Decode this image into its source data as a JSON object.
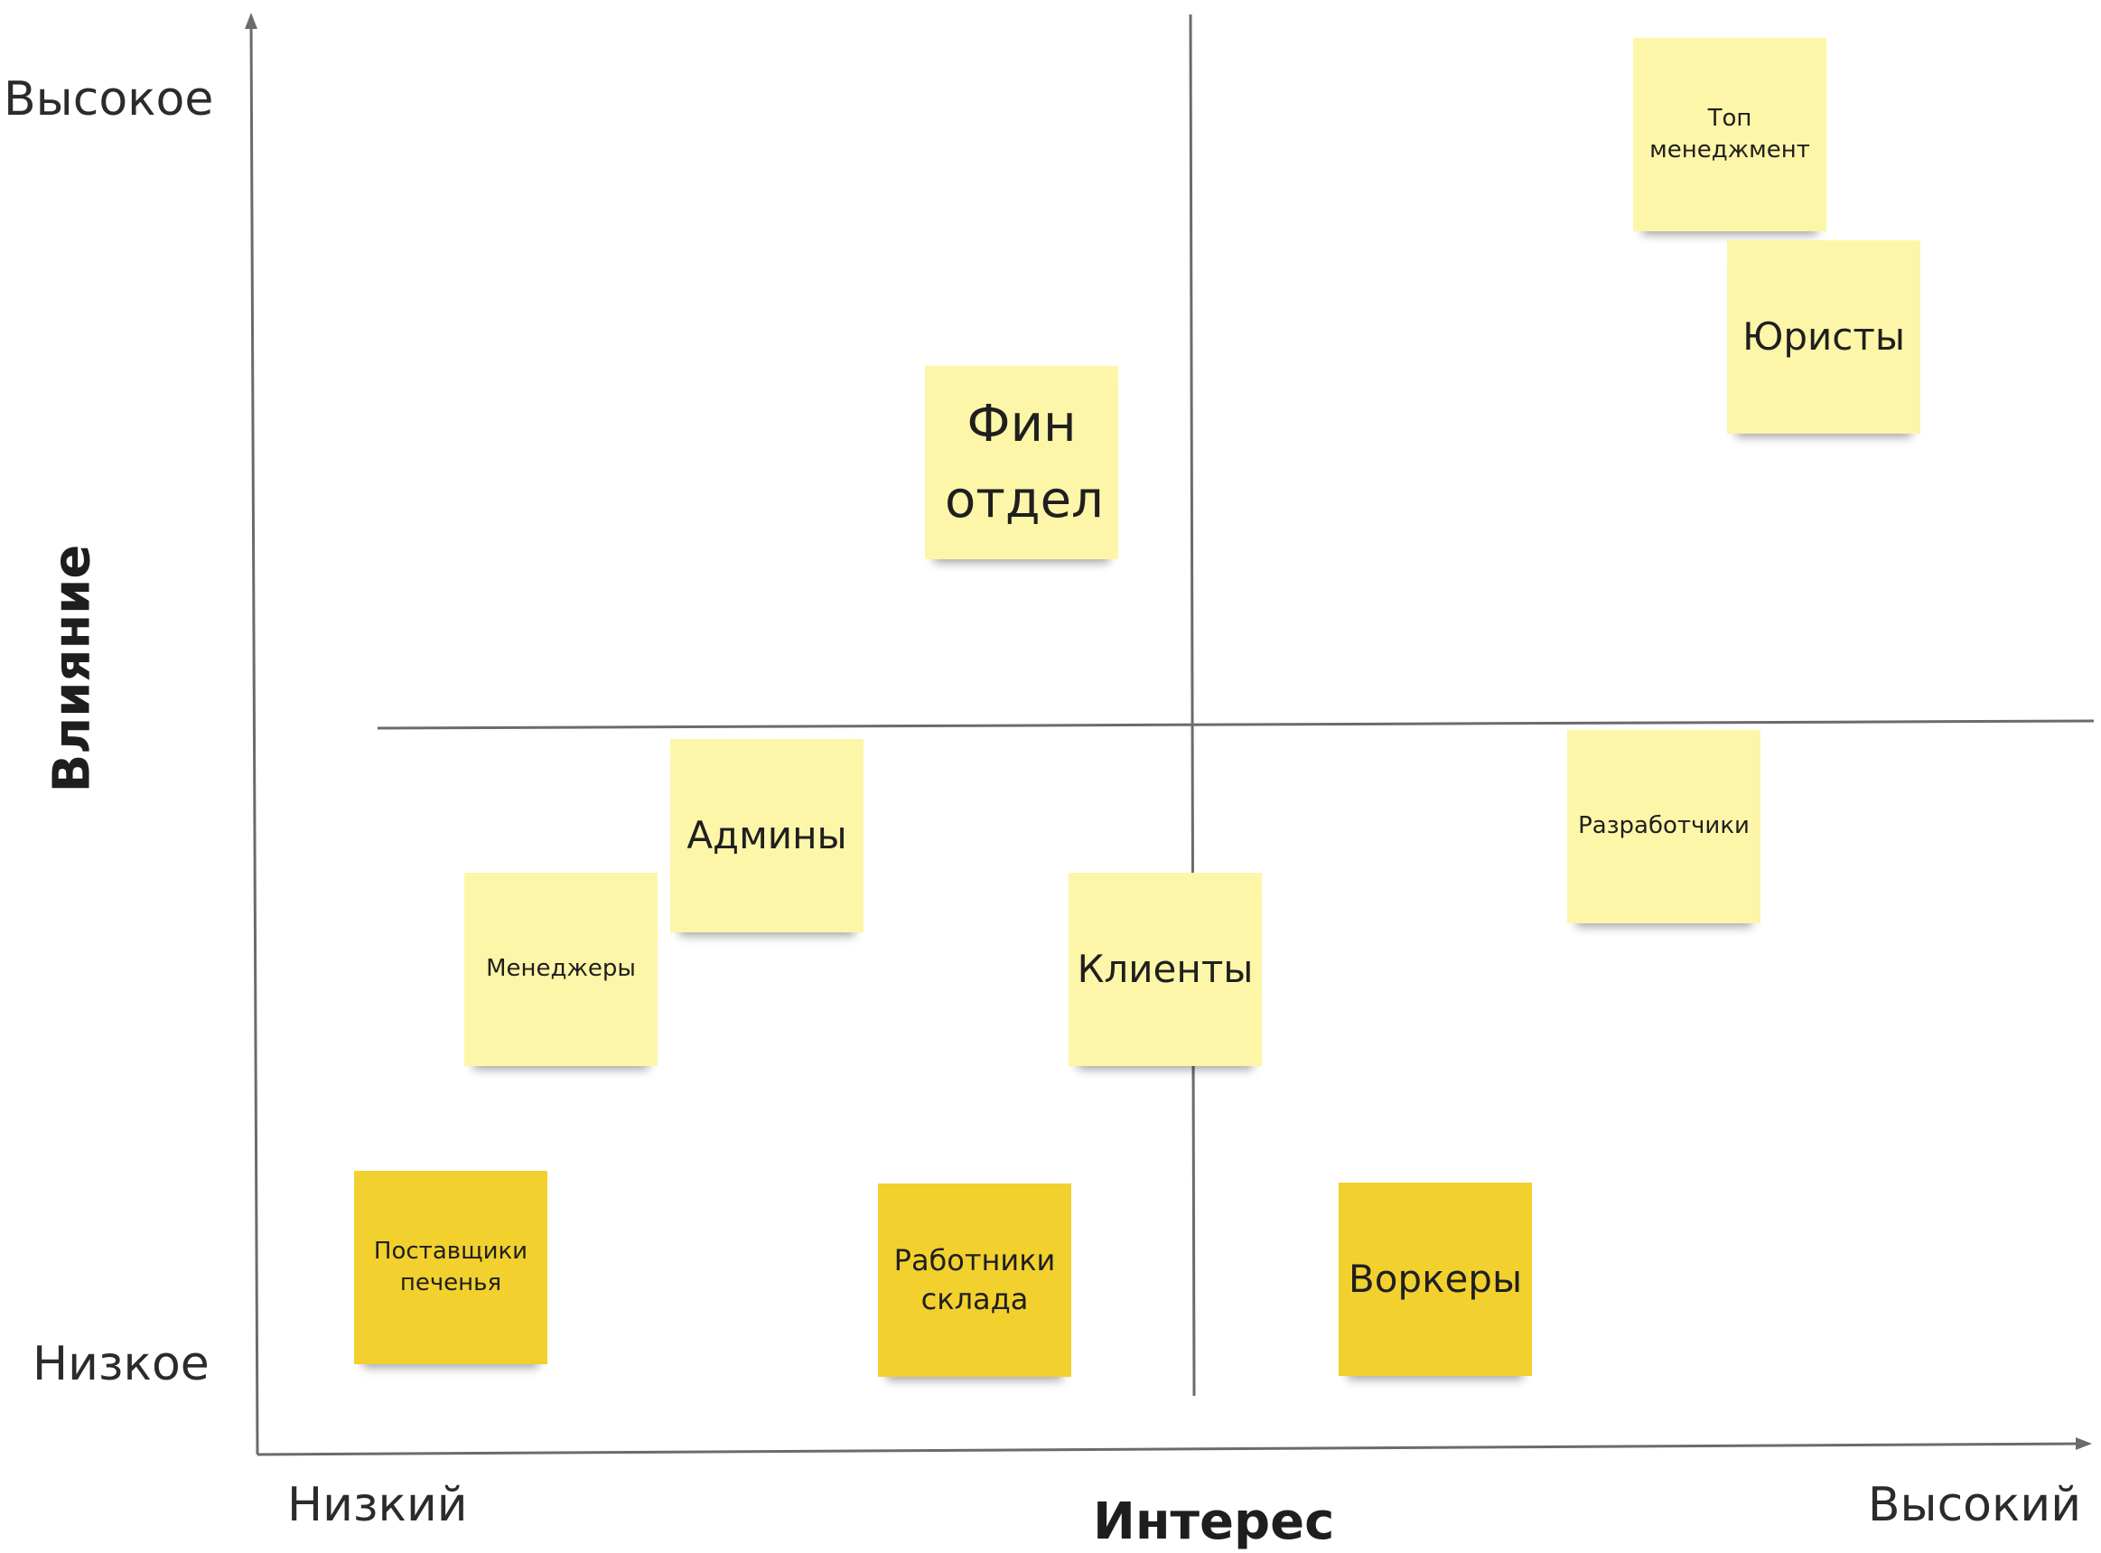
{
  "axes": {
    "y_title": "Влияние",
    "y_high": "Высокое",
    "y_low": "Низкое",
    "x_title": "Интерес",
    "x_low": "Низкий",
    "x_high": "Высокий"
  },
  "colors": {
    "note_light": "#fdf6a8",
    "note_dark": "#f2d02e",
    "line": "#6b6b6b"
  },
  "notes": {
    "top_management": "Топ менеджмент",
    "lawyers": "Юристы",
    "finance": "Фин отдел",
    "admins": "Админы",
    "developers": "Разработчики",
    "managers": "Менеджеры",
    "clients": "Клиенты",
    "cookie_suppliers": "Поставщики печенья",
    "warehouse_workers": "Работники склада",
    "workers": "Воркеры"
  }
}
